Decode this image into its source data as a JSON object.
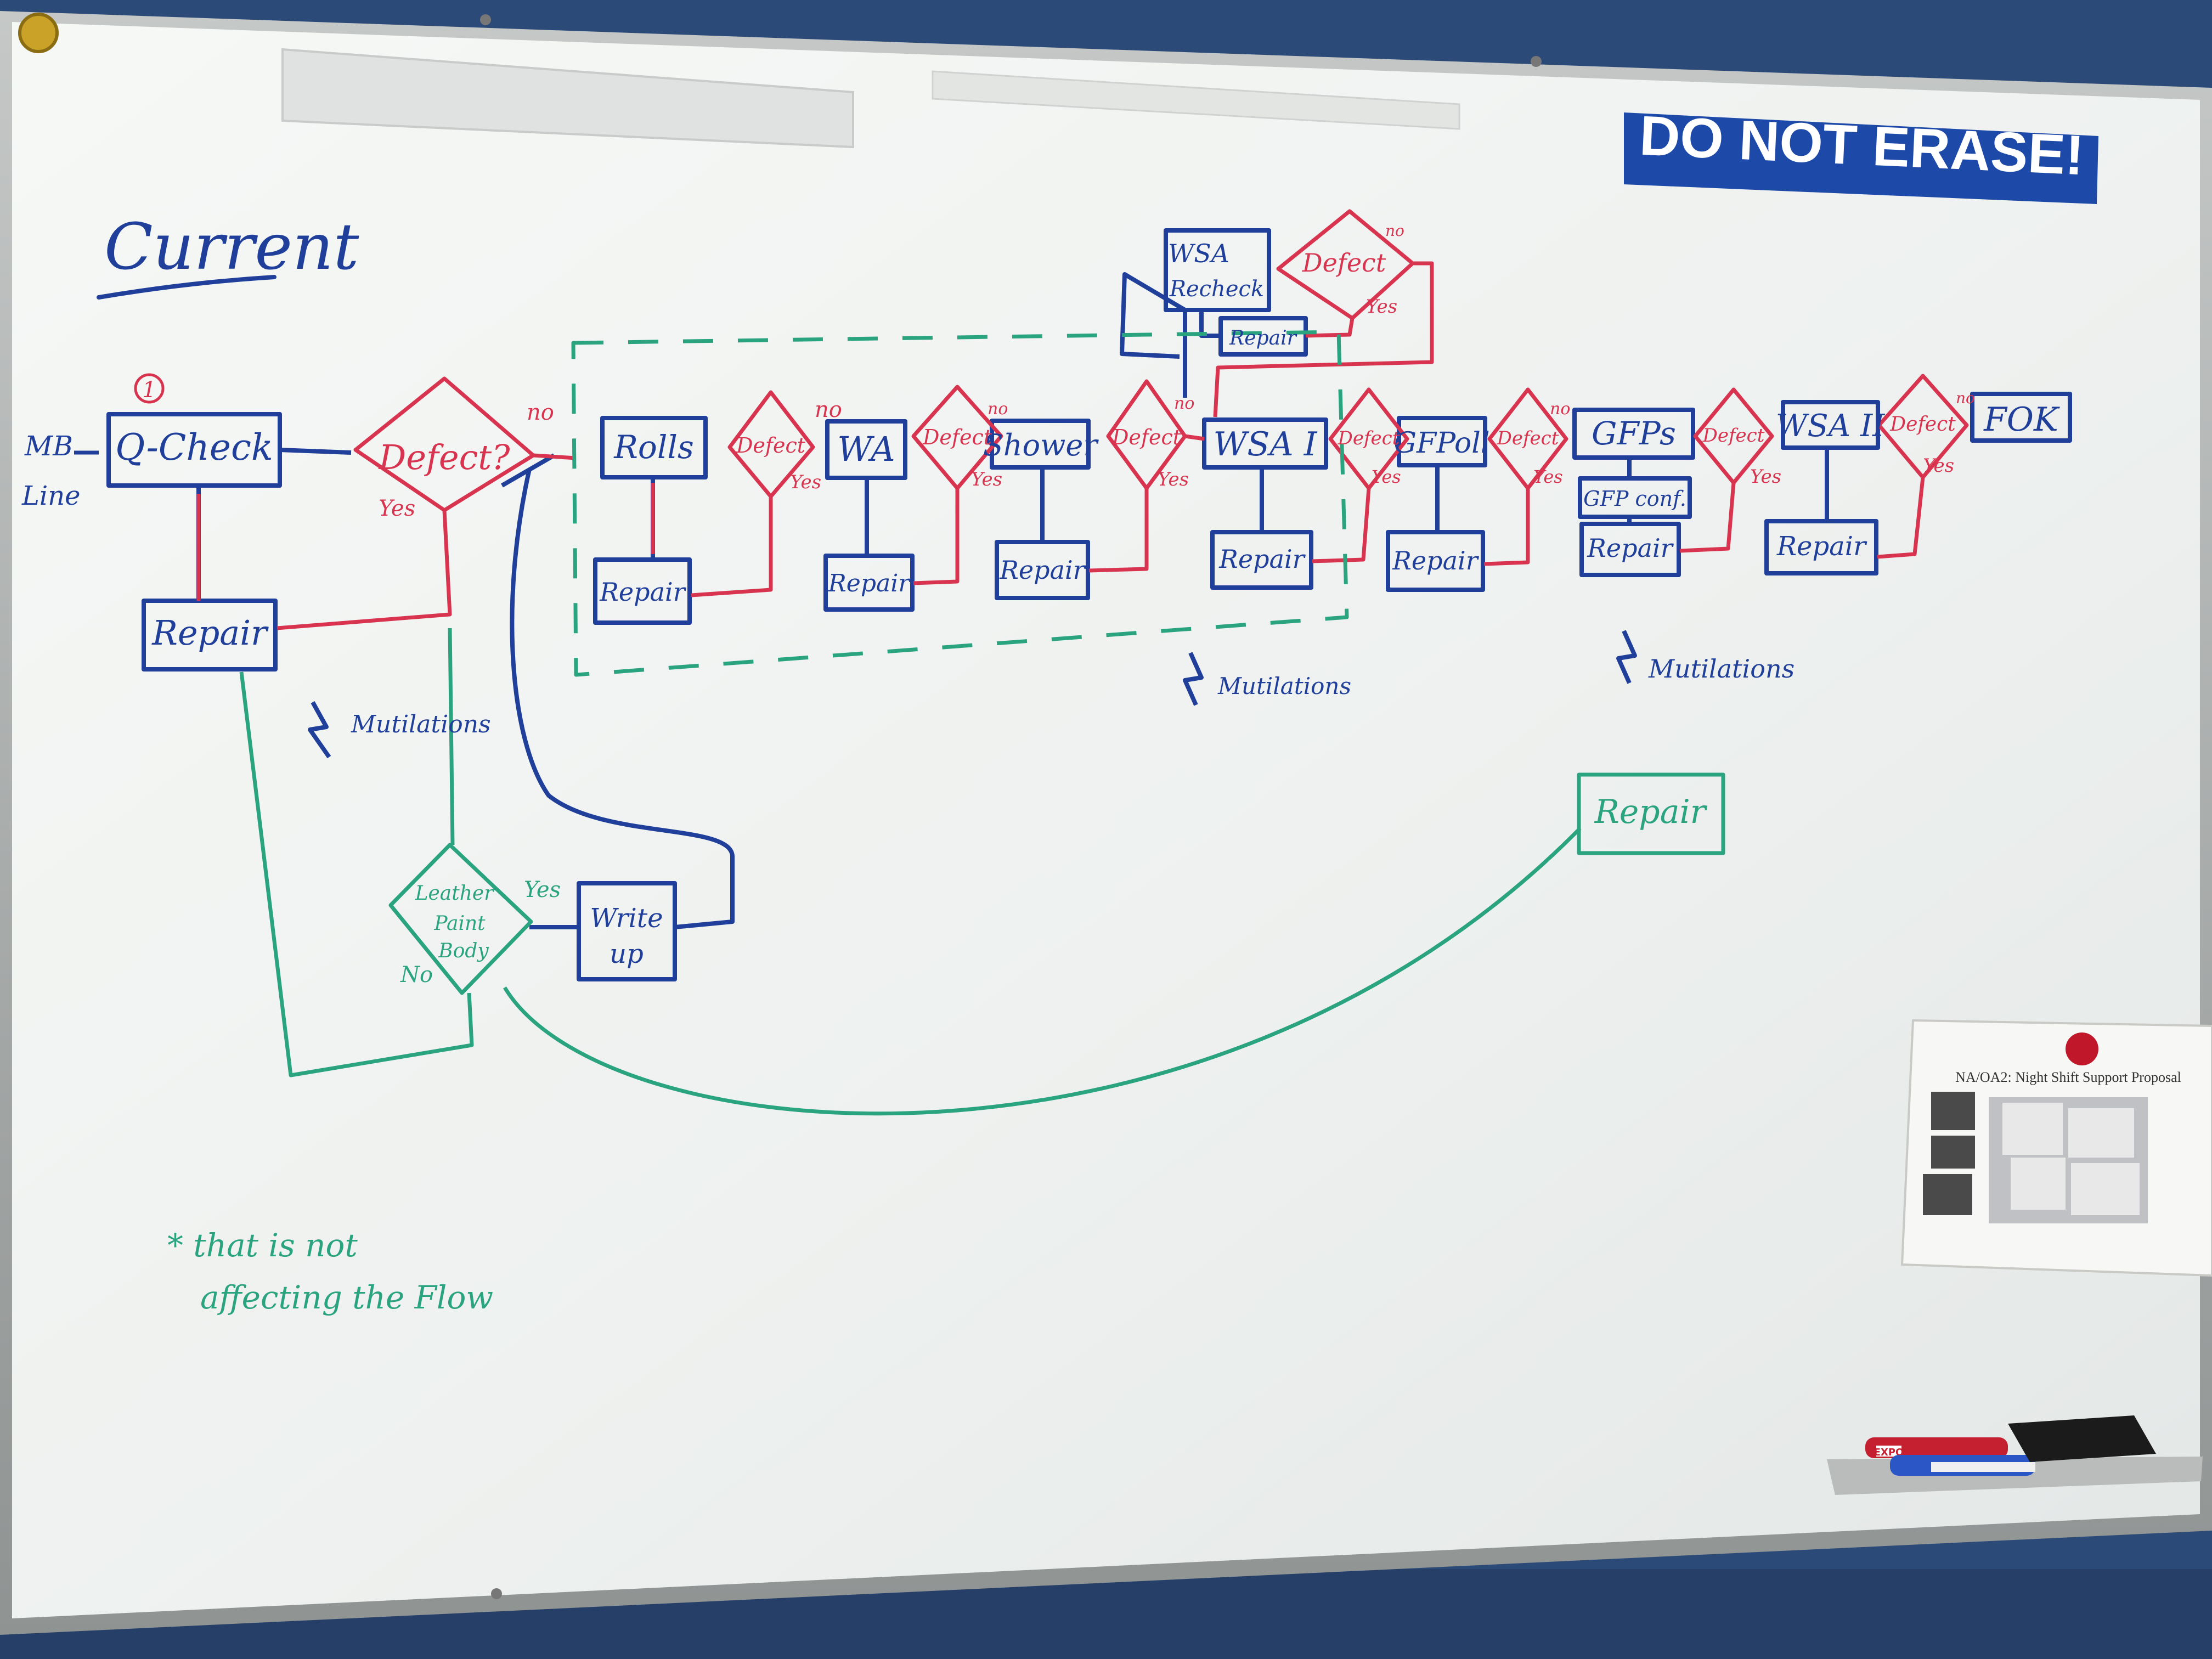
{
  "colors": {
    "wall": "#2c4a78",
    "board": "#f4f6f4",
    "frame": "#a9acab",
    "blue_marker": "#1f3f9a",
    "red_marker": "#d8344f",
    "green_marker": "#2aa37f",
    "sign_bg": "#1d49a8"
  },
  "sign": {
    "text": "DO NOT ERASE!"
  },
  "heading": {
    "text": "Current",
    "step_marker": "1"
  },
  "start": {
    "line1": "MB",
    "line2": "Line"
  },
  "main_flow": {
    "q_check": "Q-Check",
    "defect_main": "Defect?",
    "repair_main": "Repair",
    "rolls": "Rolls",
    "repair_rolls": "Repair",
    "wa": "WA",
    "repair_wa": "Repair",
    "shower": "Shower",
    "repair_shower": "Repair",
    "wsa1": "WSA I",
    "repair_wsa1": "Repair",
    "gfpoll": "GFPoll",
    "repair_gfpoll": "Repair",
    "gfps": "GFPs",
    "gfp_confirm": "GFP conf.",
    "repair_gfps": "Repair",
    "wsa2": "WSA II",
    "repair_wsa2": "Repair",
    "fok": "FOK",
    "defect_small": "Defect",
    "yes": "Yes",
    "no": "no"
  },
  "recheck": {
    "wsa_recheck_line1": "WSA",
    "wsa_recheck_line2": "Recheck",
    "repair": "Repair",
    "defect": "Defect"
  },
  "mutilations_label": "Mutilations",
  "leather": {
    "lines": [
      "Leather",
      "Paint",
      "Body"
    ],
    "yes": "Yes",
    "no": "No",
    "write_up_line1": "Write",
    "write_up_line2": "up"
  },
  "repair_green": "Repair",
  "footnote": {
    "line1": "* that is not",
    "line2": "affecting the Flow"
  },
  "flyer": {
    "title": "NA/OA2: Night Shift Support Proposal"
  },
  "markers": {
    "brand": "EXPO"
  }
}
